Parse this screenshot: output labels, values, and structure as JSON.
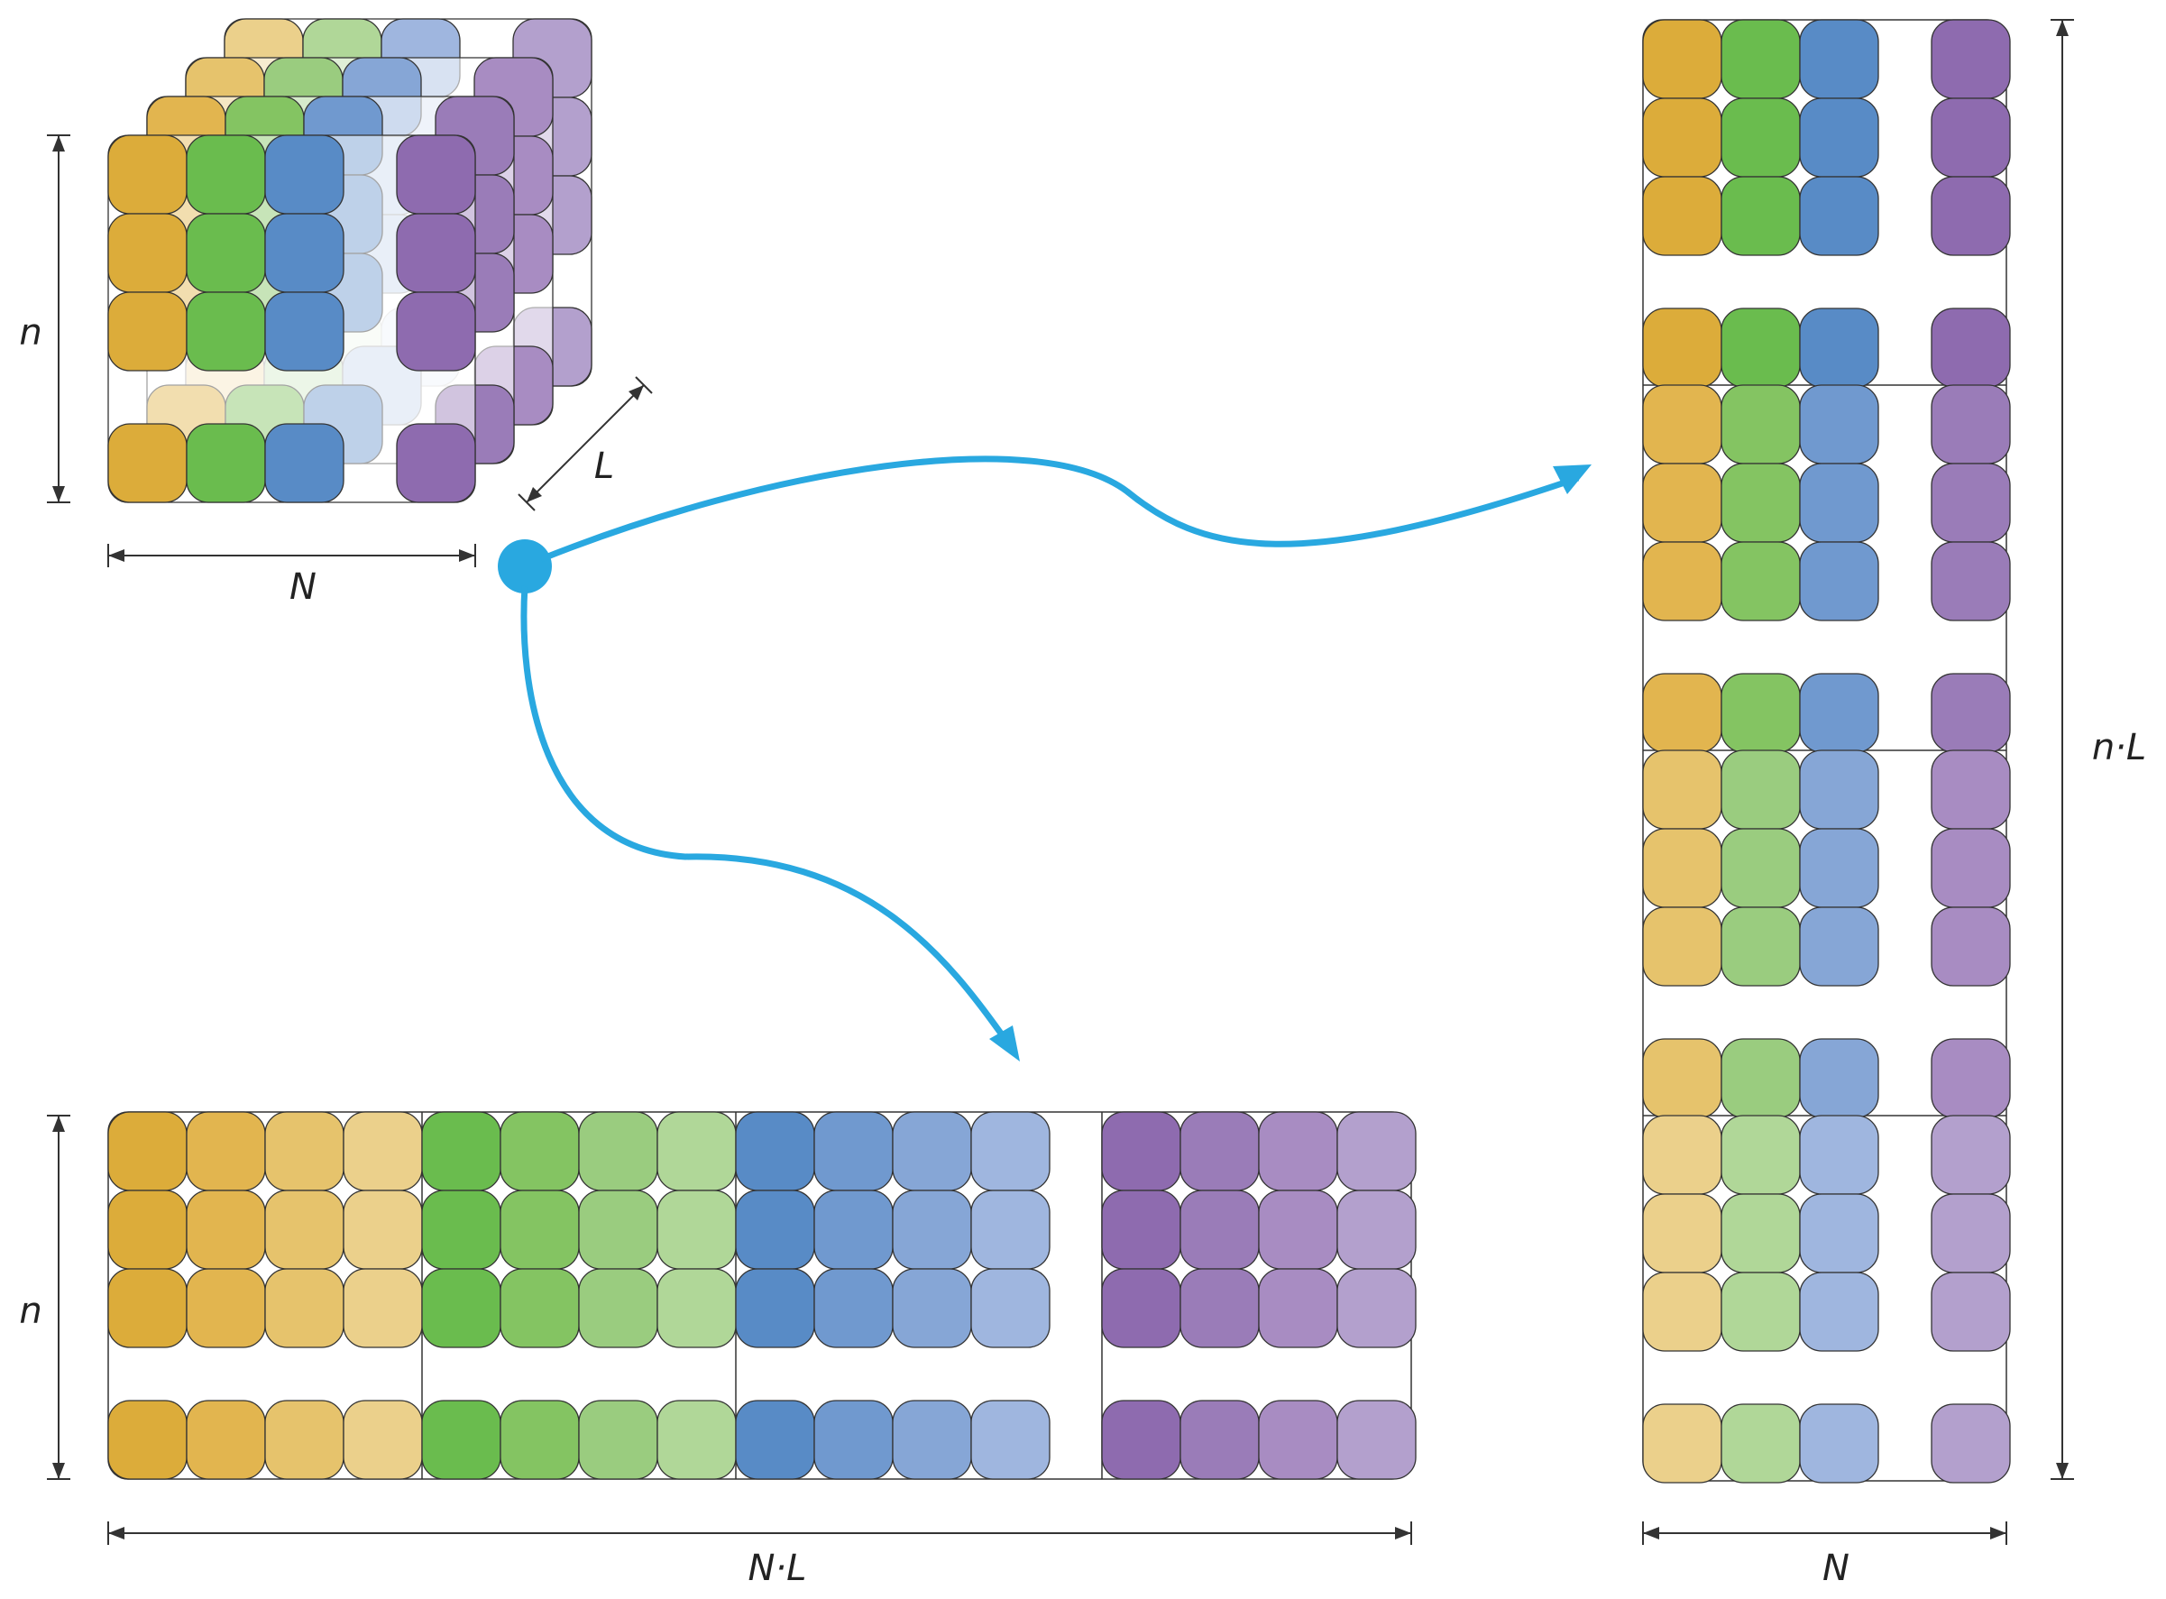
{
  "labels": {
    "cube_height": "n",
    "cube_depth": "L",
    "cube_width": "N",
    "horizontal_height": "n",
    "horizontal_width": "N·L",
    "vertical_height": "n·L",
    "vertical_width": "N"
  },
  "colors": {
    "yellow": [
      "#dcac3a",
      "#e2b54f",
      "#e6c36c",
      "#ebd08b"
    ],
    "green": [
      "#6abc4e",
      "#84c462",
      "#9acc7f",
      "#b0d798"
    ],
    "blue": [
      "#588bc6",
      "#7099cf",
      "#86a6d6",
      "#9fb6df"
    ],
    "purple": [
      "#8e6baf",
      "#9a7cb8",
      "#a88cc2",
      "#b3a0cd"
    ],
    "arrow": "#29a8e0",
    "outline": "#333333"
  }
}
